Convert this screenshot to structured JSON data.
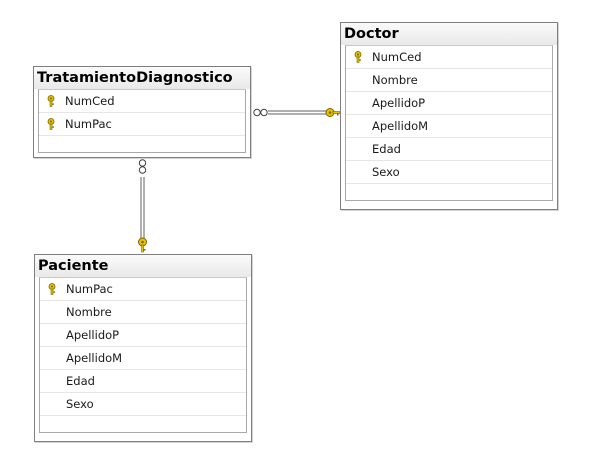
{
  "tables": [
    {
      "id": "tratamiento",
      "title": "TratamientoDiagnostico",
      "columns": [
        {
          "name": "NumCed",
          "key": true
        },
        {
          "name": "NumPac",
          "key": true
        }
      ]
    },
    {
      "id": "doctor",
      "title": "Doctor",
      "columns": [
        {
          "name": "NumCed",
          "key": true
        },
        {
          "name": "Nombre",
          "key": false
        },
        {
          "name": "ApellidoP",
          "key": false
        },
        {
          "name": "ApellidoM",
          "key": false
        },
        {
          "name": "Edad",
          "key": false
        },
        {
          "name": "Sexo",
          "key": false
        }
      ]
    },
    {
      "id": "paciente",
      "title": "Paciente",
      "columns": [
        {
          "name": "NumPac",
          "key": true
        },
        {
          "name": "Nombre",
          "key": false
        },
        {
          "name": "ApellidoP",
          "key": false
        },
        {
          "name": "ApellidoM",
          "key": false
        },
        {
          "name": "Edad",
          "key": false
        },
        {
          "name": "Sexo",
          "key": false
        }
      ]
    }
  ],
  "relationships": [
    {
      "from": "TratamientoDiagnostico",
      "to": "Doctor",
      "from_end": "many-icon",
      "to_end": "key-icon"
    },
    {
      "from": "TratamientoDiagnostico",
      "to": "Paciente",
      "from_end": "many-icon",
      "to_end": "key-icon"
    }
  ],
  "colors": {
    "key_gold": "#e6c200",
    "key_outline": "#7a6400",
    "border": "#7f7f7f",
    "connector": "#606060"
  }
}
